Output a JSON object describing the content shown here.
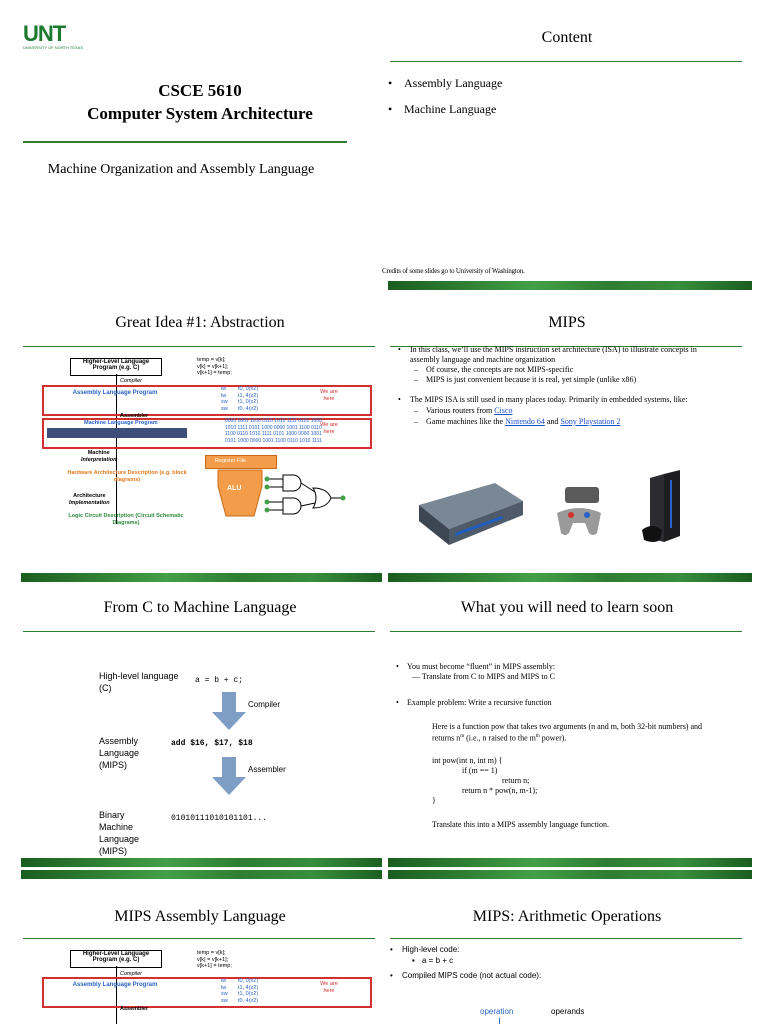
{
  "s1": {
    "logo": "UNT",
    "logo_sub": "UNIVERSITY OF NORTH TEXAS",
    "course": "CSCE 5610",
    "course_title": "Computer System Architecture",
    "subtitle": "Machine Organization and Assembly Language"
  },
  "s2": {
    "title": "Content",
    "bullets": [
      "Assembly Language",
      "Machine Language"
    ],
    "credits": "Credits of some slides go to University of Washington."
  },
  "s3": {
    "title": "Great Idea #1: Abstraction",
    "hll": "Higher-Level Language Program (e.g. C)",
    "code": [
      "temp = v[k];",
      "v[k] = v[k+1];",
      "v[k+1] = temp;"
    ],
    "compiler": "Compiler",
    "asm": "Assembly Language Program",
    "asm_ops": [
      "lw",
      "lw",
      "sw",
      "sw"
    ],
    "asm_args": [
      "t0, 0(x2)",
      "t1, 4(x2)",
      "t1, 0(x2)",
      "t0, 4(x2)"
    ],
    "assembler": "Assembler",
    "mlp": "Machine Language Program",
    "bits": [
      "0000 1001 1100 0110 1010 1111 0101 1000",
      "1010 1111 0101 1000 0000 1001 1100 0110",
      "1100 0110 1010 1111 0101 1000 0000 1001",
      "0101 1000 0000 1001 1100 0110 1010 1111"
    ],
    "we_are_here": "We are here",
    "machine_interp_1": "Machine",
    "machine_interp_2": "Interpretation",
    "hw_arch": "Hardware Architecture Description (e.g. block diagrams)",
    "arch_impl_1": "Architecture",
    "arch_impl_2": "Implementation",
    "logic": "Logic Circuit Description (Circuit Schematic Diagrams)",
    "register_file": "Register File",
    "alu": "ALU"
  },
  "s4": {
    "title": "MIPS",
    "b1": "In this class, we’ll use the MIPS instruction set architecture (ISA) to illustrate concepts in assembly language and machine organization",
    "b1_subs": [
      "Of course, the concepts are not MIPS-specific",
      "MIPS is just convenient because it is real, yet simple (unlike x86)"
    ],
    "b2": "The MIPS ISA is still used in many places today. Primarily in embedded systems, like:",
    "sub_routers_pre": "Various routers from ",
    "sub_routers_link": "Cisco",
    "sub_games_pre": "Game machines like the ",
    "sub_games_link1": "Nintendo 64",
    "sub_games_mid": " and ",
    "sub_games_link2": "Sony Playstation 2"
  },
  "s5": {
    "title": "From C to Machine Language",
    "hl_label": "High-level language (C)",
    "hl_code": "a = b + c;",
    "compiler": "Compiler",
    "asm_label": "Assembly Language (MIPS)",
    "asm_code": "add $16, $17, $18",
    "assembler": "Assembler",
    "bin_label": "Binary Machine Language (MIPS)",
    "bin_code": "01010111010101101..."
  },
  "s6": {
    "title": "What you will need to learn soon",
    "b1": "You must become “fluent” in MIPS assembly:",
    "b1_sub": "— Translate from C to MIPS and MIPS to C",
    "b2": "Example problem: Write a recursive function",
    "p1": "Here is a function pow that takes two arguments (n and m, both 32-bit numbers) and returns n",
    "p1_sup": "m",
    "p1_mid": " (i.e., n raised to the m",
    "p1_sup2": "th",
    "p1_end": " power).",
    "code": [
      "int pow(int n, int m) {",
      "if (m == 1)",
      "return n;",
      "return n * pow(n, m-1);",
      "}"
    ],
    "p2": "Translate this into a MIPS assembly language function."
  },
  "s7": {
    "title": "MIPS Assembly Language",
    "hll": "Higher-Level Language Program (e.g. C)",
    "code": [
      "temp = v[k];",
      "v[k] = v[k+1];",
      "v[k+1] = temp;"
    ],
    "compiler": "Compiler",
    "asm": "Assembly Language Program",
    "asm_ops": [
      "lw",
      "lw",
      "sw",
      "sw"
    ],
    "asm_args": [
      "t0, 0(x2)",
      "t1, 4(x2)",
      "t1, 0(x2)",
      "t0, 4(x2)"
    ],
    "assembler": "Assembler",
    "we_are_here": "We are here"
  },
  "s8": {
    "title": "MIPS: Arithmetic Operations",
    "b1": "High-level code:",
    "b1_sub": "a = b + c",
    "b2": "Compiled MIPS code (not actual code):",
    "operation": "operation",
    "operands": "operands"
  }
}
